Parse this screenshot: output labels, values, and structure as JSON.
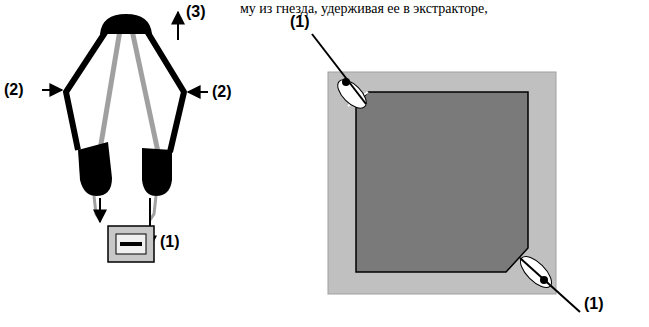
{
  "diagram": {
    "labels": [
      "му из гнезда, удерживая ее в экстракторе,",
      "(3)",
      "(2)",
      "(2)",
      "(1)",
      "(1)",
      "(1)"
    ]
  }
}
